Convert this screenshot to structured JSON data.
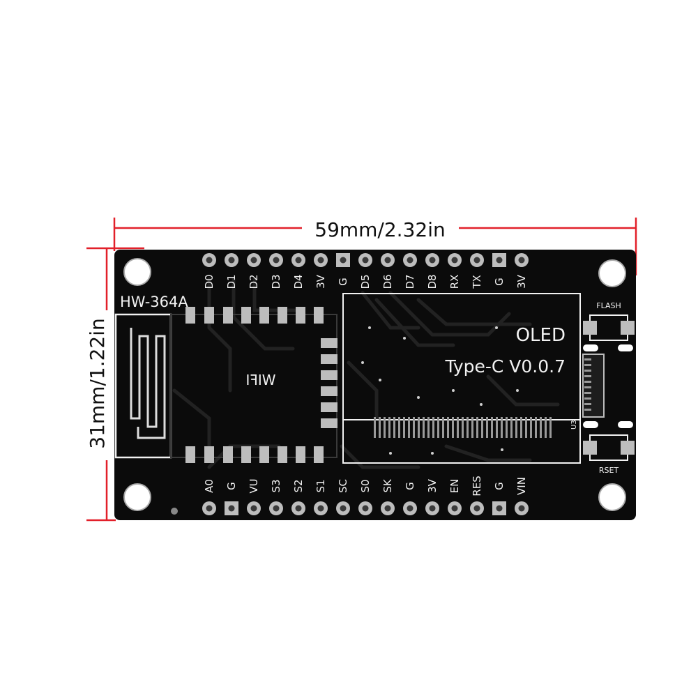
{
  "dimensions": {
    "width_label": "59mm/2.32in",
    "height_label": "31mm/1.22in",
    "line_color": "#e2202a"
  },
  "board": {
    "model": "HW-364A",
    "antenna_label": "WIFI",
    "display_label": "OLED",
    "version_label": "Type-C V0.0.7",
    "flash_label": "FLASH",
    "reset_label": "RSET",
    "u_label": "U3",
    "pcb_color": "#0b0b0b",
    "silk_color": "#f2f2f2",
    "pad_color": "#bdbdbd"
  },
  "top_pins": [
    "D0",
    "D1",
    "D2",
    "D3",
    "D4",
    "3V",
    "G",
    "D5",
    "D6",
    "D7",
    "D8",
    "RX",
    "TX",
    "G",
    "3V"
  ],
  "bottom_pins": [
    "A0",
    "G",
    "VU",
    "S3",
    "S2",
    "S1",
    "SC",
    "S0",
    "SK",
    "G",
    "3V",
    "EN",
    "RES",
    "G",
    "VIN"
  ]
}
